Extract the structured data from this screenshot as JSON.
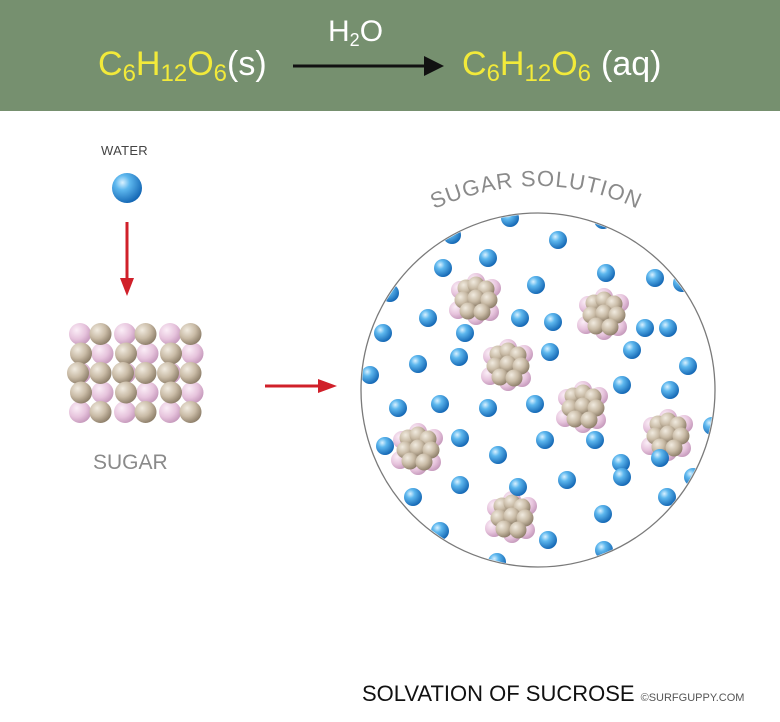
{
  "equation": {
    "reactant": {
      "c": "C",
      "c_n": "6",
      "h": "H",
      "h_n": "12",
      "o": "O",
      "o_n": "6",
      "state": "(s)"
    },
    "solvent": {
      "h": "H",
      "h_n": "2",
      "o": "O"
    },
    "product": {
      "c": "C",
      "c_n": "6",
      "h": "H",
      "h_n": "12",
      "o": "O",
      "o_n": "6",
      "state": "(aq)"
    }
  },
  "labels": {
    "water": "WATER",
    "sugar": "SUGAR",
    "solution": "SUGAR SOLUTION",
    "title": "SOLVATION OF SUCROSE",
    "credit": "©SURFGUPPY.COM"
  },
  "colors": {
    "banner": "#76906f",
    "formula_yellow": "#f2ea3a",
    "arrow_red": "#d0202a",
    "water_blue": "#2a8fd6",
    "sugar_tan": "#c9bba6",
    "sugar_pink": "#e6c3dc"
  }
}
